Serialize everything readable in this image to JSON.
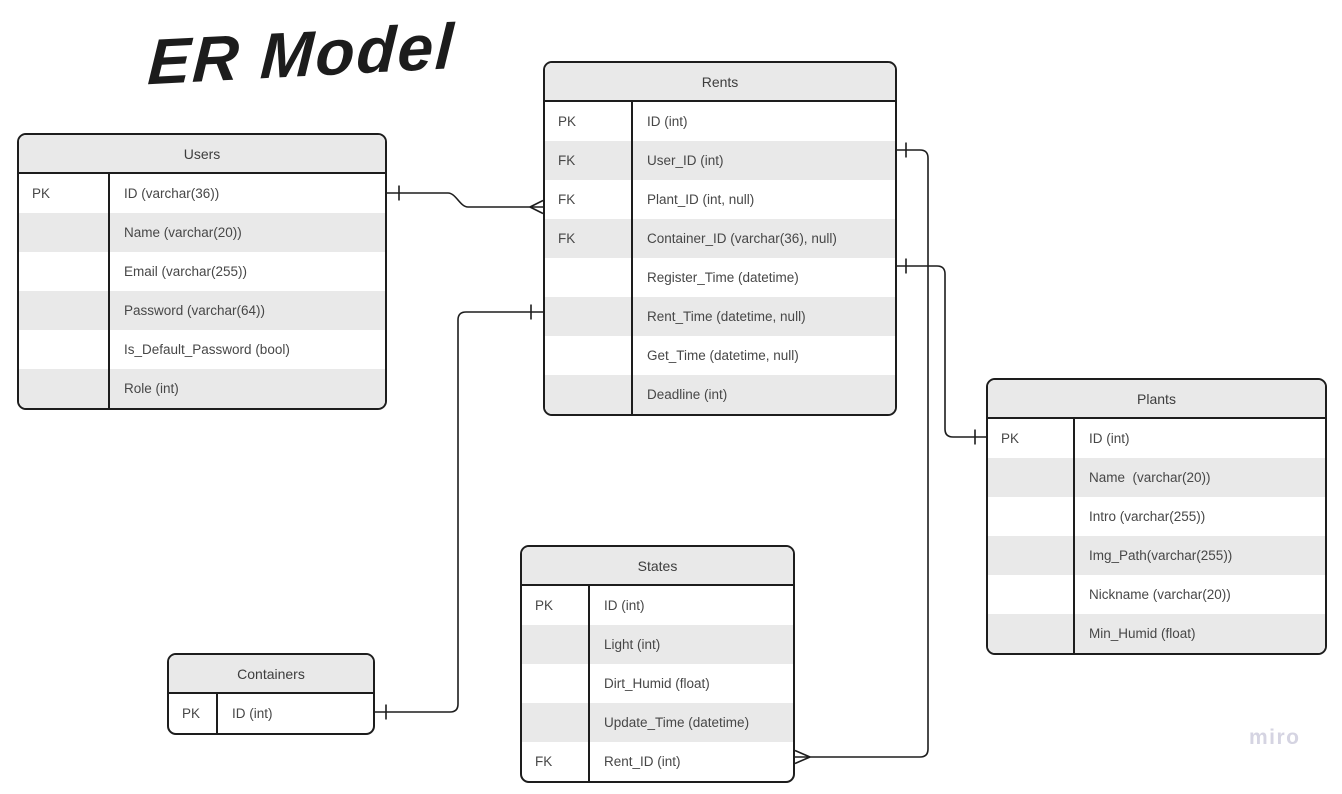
{
  "title": "ER Model",
  "watermark": "miro",
  "colors": {
    "background": "#ffffff",
    "entity_border": "#1d1d1d",
    "header_fill": "#e9e9e9",
    "row_alt_fill": "#e9e9e9",
    "row_fill": "#ffffff",
    "text": "#474747",
    "connector": "#1d1d1d",
    "watermark": "#d5d4e2"
  },
  "entities": {
    "users": {
      "name": "Users",
      "rows": [
        {
          "key": "PK",
          "attr": "ID (varchar(36))"
        },
        {
          "key": "",
          "attr": "Name (varchar(20))"
        },
        {
          "key": "",
          "attr": "Email (varchar(255))"
        },
        {
          "key": "",
          "attr": "Password (varchar(64))"
        },
        {
          "key": "",
          "attr": "Is_Default_Password (bool)"
        },
        {
          "key": "",
          "attr": "Role (int)"
        }
      ]
    },
    "rents": {
      "name": "Rents",
      "rows": [
        {
          "key": "PK",
          "attr": "ID (int)"
        },
        {
          "key": "FK",
          "attr": "User_ID (int)"
        },
        {
          "key": "FK",
          "attr": "Plant_ID (int, null)"
        },
        {
          "key": "FK",
          "attr": "Container_ID (varchar(36), null)"
        },
        {
          "key": "",
          "attr": "Register_Time (datetime)"
        },
        {
          "key": "",
          "attr": "Rent_Time (datetime, null)"
        },
        {
          "key": "",
          "attr": "Get_Time (datetime, null)"
        },
        {
          "key": "",
          "attr": "Deadline (int)"
        }
      ]
    },
    "plants": {
      "name": "Plants",
      "rows": [
        {
          "key": "PK",
          "attr": "ID (int)"
        },
        {
          "key": "",
          "attr": "Name  (varchar(20))"
        },
        {
          "key": "",
          "attr": "Intro (varchar(255))"
        },
        {
          "key": "",
          "attr": "Img_Path(varchar(255))"
        },
        {
          "key": "",
          "attr": "Nickname (varchar(20))"
        },
        {
          "key": "",
          "attr": "Min_Humid (float)"
        }
      ]
    },
    "states": {
      "name": "States",
      "rows": [
        {
          "key": "PK",
          "attr": "ID (int)"
        },
        {
          "key": "",
          "attr": "Light (int)"
        },
        {
          "key": "",
          "attr": "Dirt_Humid (float)"
        },
        {
          "key": "",
          "attr": "Update_Time (datetime)"
        },
        {
          "key": "FK",
          "attr": "Rent_ID (int)"
        }
      ]
    },
    "containers": {
      "name": "Containers",
      "rows": [
        {
          "key": "PK",
          "attr": "ID (int)"
        }
      ]
    }
  },
  "relationships": [
    {
      "from": "Users",
      "to": "Rents",
      "from_marker": "one-tick",
      "to_marker": "crow-foot"
    },
    {
      "from": "Containers",
      "to": "Rents",
      "from_marker": "one-tick",
      "to_marker": "one-tick"
    },
    {
      "from": "Rents",
      "to": "Plants",
      "from_marker": "one-tick",
      "to_marker": "one-tick"
    },
    {
      "from": "Rents",
      "to": "States",
      "from_marker": "one-tick",
      "to_marker": "crow-foot"
    }
  ]
}
